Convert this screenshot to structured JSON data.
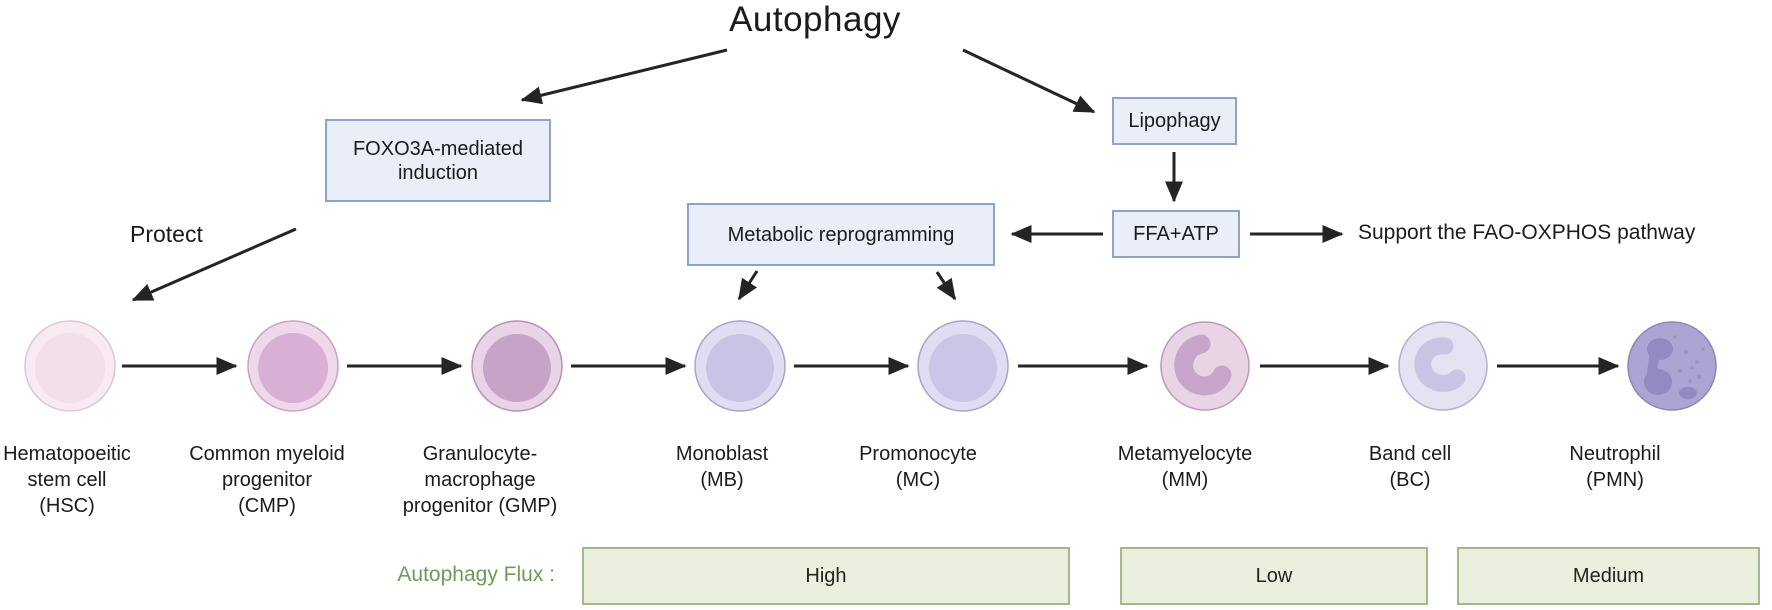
{
  "title": "Autophagy",
  "boxes": {
    "foxo3a": {
      "label": "FOXO3A-mediated induction"
    },
    "metabolic": {
      "label": "Metabolic reprogramming"
    },
    "lipophagy": {
      "label": "Lipophagy"
    },
    "ffa_atp": {
      "label": "FFA+ATP"
    }
  },
  "annotations": {
    "protect": "Protect",
    "support": "Support the FAO-OXPHOS pathway"
  },
  "cells": [
    {
      "name": "Hematopoeitic stem cell",
      "abbr": "HSC",
      "label": "Hematopoeitic\nstem cell\n(HSC)"
    },
    {
      "name": "Common myeloid progenitor",
      "abbr": "CMP",
      "label": "Common myeloid\nprogenitor\n(CMP)"
    },
    {
      "name": "Granulocyte-macrophage progenitor",
      "abbr": "GMP",
      "label": "Granulocyte-\nmacrophage\nprogenitor (GMP)"
    },
    {
      "name": "Monoblast",
      "abbr": "MB",
      "label": "Monoblast\n(MB)"
    },
    {
      "name": "Promonocyte",
      "abbr": "MC",
      "label": "Promonocyte\n(MC)"
    },
    {
      "name": "Metamyelocyte",
      "abbr": "MM",
      "label": "Metamyelocyte\n(MM)"
    },
    {
      "name": "Band cell",
      "abbr": "BC",
      "label": "Band cell\n(BC)"
    },
    {
      "name": "Neutrophil",
      "abbr": "PMN",
      "label": "Neutrophil\n(PMN)"
    }
  ],
  "flux": {
    "label": "Autophagy Flux :",
    "levels": [
      {
        "text": "High"
      },
      {
        "text": "Low"
      },
      {
        "text": "Medium"
      }
    ]
  },
  "colors": {
    "box_fill": "#e9eef8",
    "box_border": "#8da3cc",
    "green_fill": "#eaf0dd",
    "green_border": "#a4b98a",
    "green_text": "#6f9a57",
    "arrow": "#242424",
    "hsc_outer": "#f8eaf2",
    "hsc_rim": "#ddc7d6",
    "hsc_inner": "#f1dfe9",
    "cmp_outer": "#efd8ea",
    "cmp_rim": "#c8a3c5",
    "cmp_inner": "#d9afd5",
    "gmp_outer": "#e9d3e6",
    "gmp_rim": "#b493b4",
    "gmp_inner": "#c7a3c8",
    "mb_outer": "#dfddf1",
    "mb_rim": "#a8a4cb",
    "mb_inner": "#c7c4e6",
    "mc_outer": "#dfddf1",
    "mc_rim": "#a8a4cb",
    "mc_inner": "#c9c6e7",
    "mm_body": "#e9d4e5",
    "mm_rim": "#bb99bd",
    "mm_nucleus": "#c8a5ca",
    "bc_body": "#e5e2f2",
    "bc_rim": "#b3aed2",
    "bc_nucleus": "#c8c4e4",
    "pmn_body": "#aaa5d2",
    "pmn_rim": "#8d87b7",
    "pmn_nucleus": "#918bc1"
  }
}
